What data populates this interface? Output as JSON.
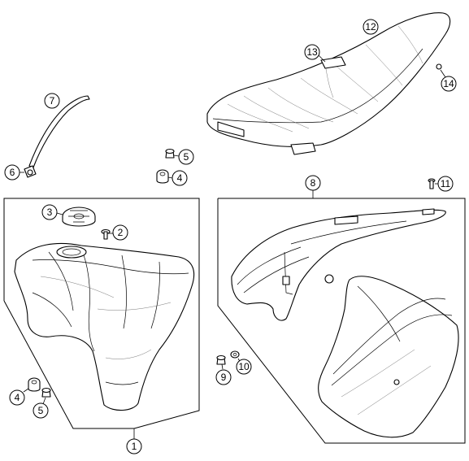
{
  "callouts": {
    "c1": "1",
    "c2": "2",
    "c3": "3",
    "c4a": "4",
    "c4b": "4",
    "c5a": "5",
    "c5b": "5",
    "c6": "6",
    "c7": "7",
    "c8": "8",
    "c9": "9",
    "c10": "10",
    "c11": "11",
    "c12": "12",
    "c13": "13",
    "c14": "14"
  },
  "colors": {
    "line": "#000000",
    "background": "#ffffff"
  }
}
